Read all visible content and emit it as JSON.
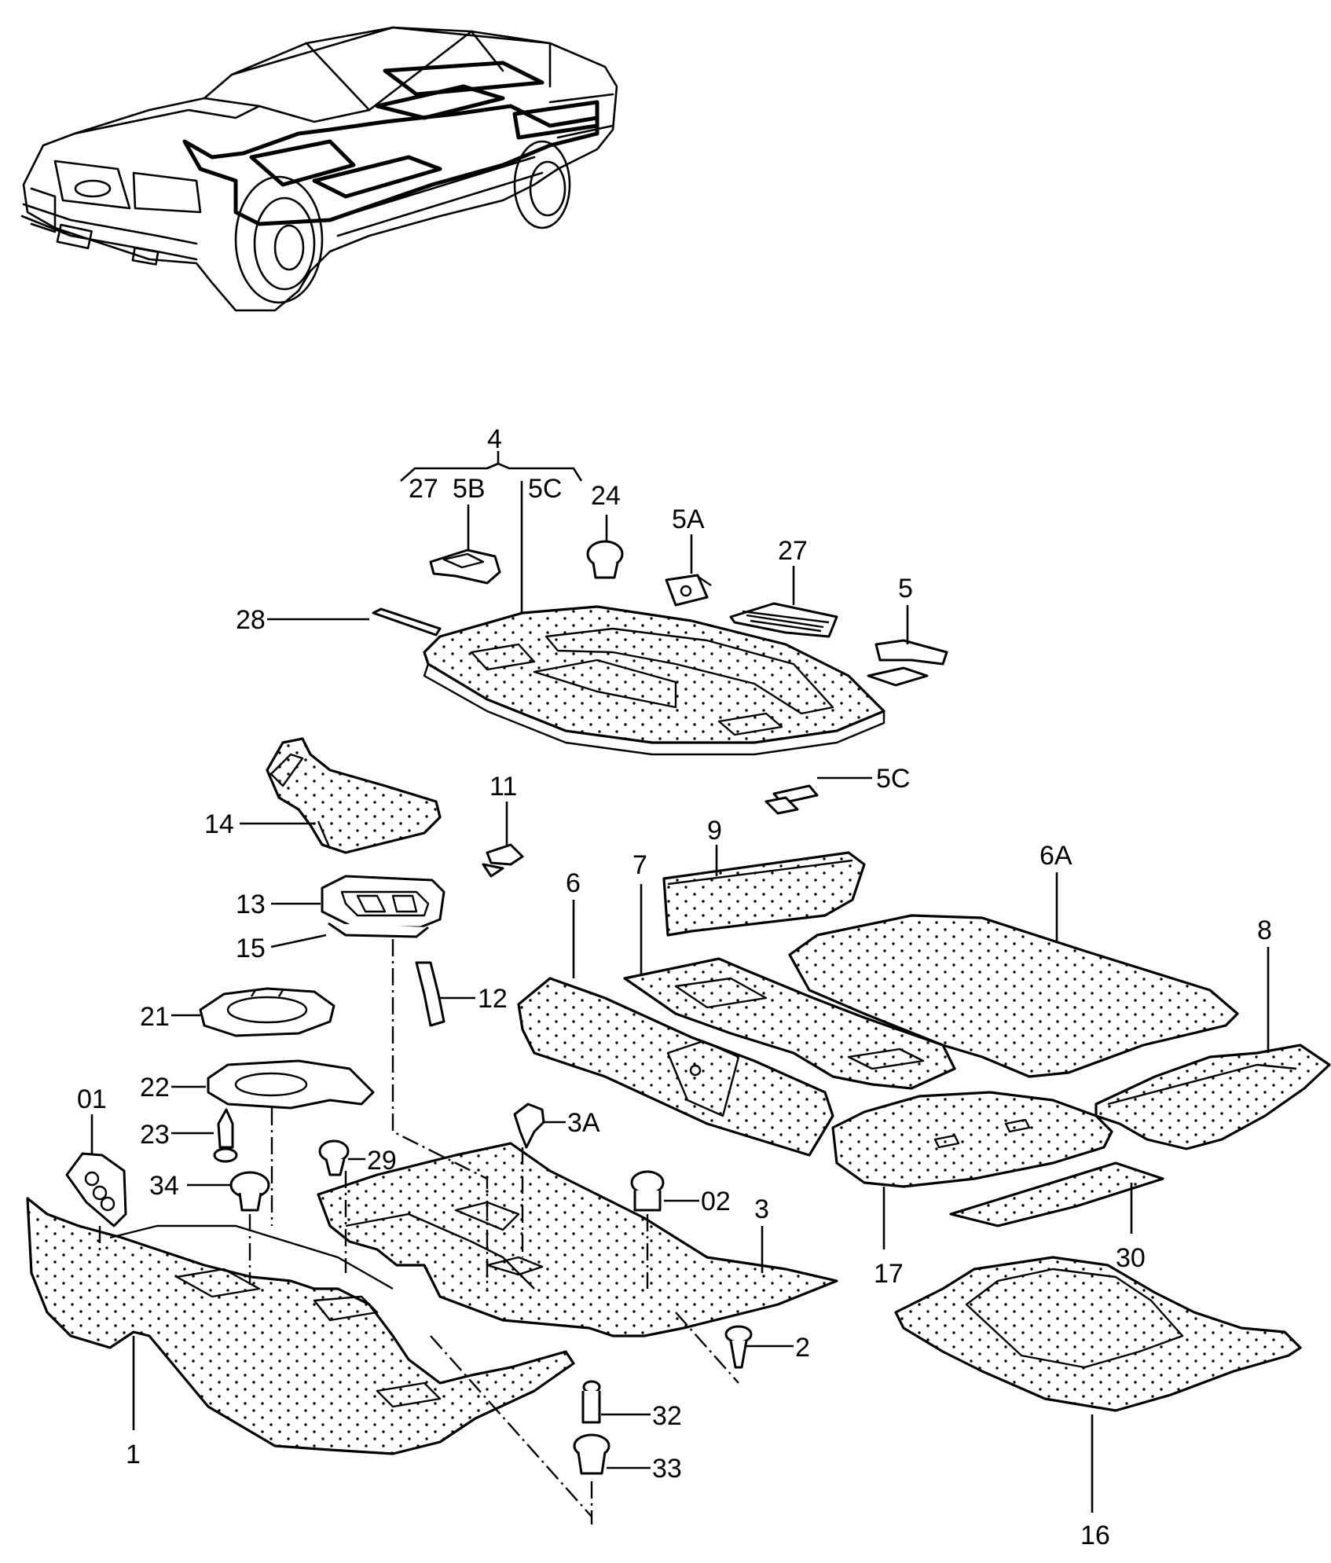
{
  "diagram": {
    "callouts": {
      "c4": "4",
      "c27a": "27",
      "c5B": "5B",
      "c5Ca": "5C",
      "c24": "24",
      "c5A": "5A",
      "c27b": "27",
      "c28": "28",
      "c5": "5",
      "c5Cb": "5C",
      "c14": "14",
      "c11": "11",
      "c9": "9",
      "c6A": "6A",
      "c13": "13",
      "c7": "7",
      "c6": "6",
      "c8": "8",
      "c15": "15",
      "c12": "12",
      "c21": "21",
      "c22": "22",
      "c01": "01",
      "c3A": "3A",
      "c23": "23",
      "c29": "29",
      "c34": "34",
      "c02": "02",
      "c3": "3",
      "c17": "17",
      "c30": "30",
      "c2": "2",
      "c32": "32",
      "c1": "1",
      "c33": "33",
      "c16": "16"
    }
  }
}
